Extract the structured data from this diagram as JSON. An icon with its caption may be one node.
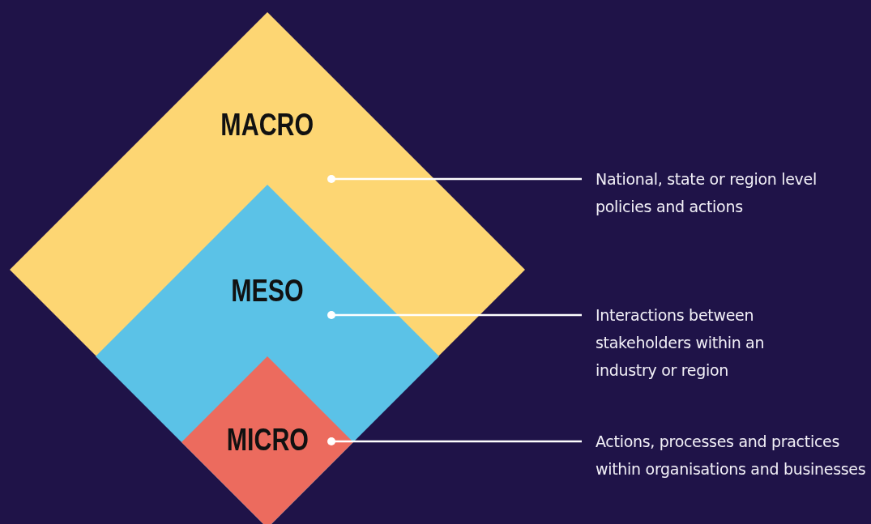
{
  "diagram": {
    "nodes": [
      {
        "text": [
          "MACRO"
        ]
      },
      {
        "text": [
          "MESO"
        ],
        "in": 0
      },
      {
        "text": [
          "MICRO"
        ],
        "in": 1
      },
      {
        "text": [
          "National, state or region level policies and actions"
        ]
      },
      {
        "text": [
          "Interactions between stakeholders within an industry or region"
        ]
      },
      {
        "text": [
          "Actions, processes and practices within organisations and businesses"
        ]
      }
    ],
    "edges": [
      {
        "from": 3,
        "to": 0,
        "arrow": "other"
      },
      {
        "from": 4,
        "to": 1,
        "arrow": "other"
      },
      {
        "from": 5,
        "to": 2,
        "arrow": "other"
      }
    ]
  }
}
